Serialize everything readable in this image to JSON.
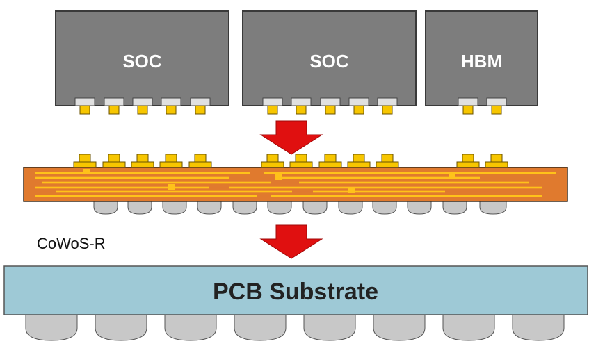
{
  "chips": [
    {
      "label": "SOC"
    },
    {
      "label": "SOC"
    },
    {
      "label": "HBM"
    }
  ],
  "interposer_label": "CoWoS-R",
  "substrate_label": "PCB Substrate",
  "colors": {
    "die": "#7d7d7d",
    "die_border": "#3a3a3a",
    "pad": "#e0e0e0",
    "bump_gold": "#f7c600",
    "interposer": "#e07a2e",
    "wiring": "#ffc21a",
    "solder_ball": "#c8c8c8",
    "substrate": "#9ec9d6",
    "arrow": "#e01010"
  }
}
